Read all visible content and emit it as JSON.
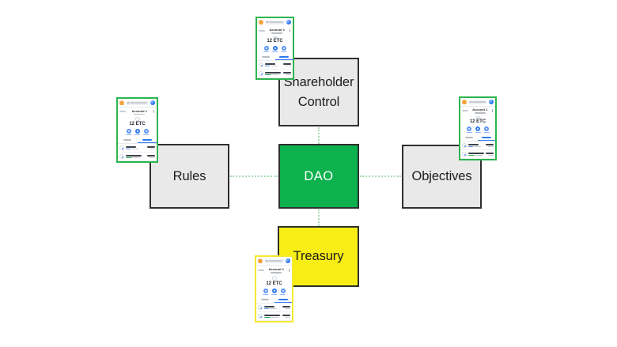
{
  "diagram": {
    "nodes": {
      "shareholder_control": {
        "label": "Shareholder Control"
      },
      "rules": {
        "label": "Rules"
      },
      "dao": {
        "label": "DAO"
      },
      "objectives": {
        "label": "Objectives"
      },
      "treasury": {
        "label": "Treasury"
      }
    }
  },
  "wallet": {
    "account_name": "Account 1",
    "balance": "12 ETC"
  },
  "colors": {
    "dao_green": "#0db14e",
    "treasury_yellow": "#f8ee15",
    "node_gray": "#e9e9e9",
    "node_border": "#2f2f2f",
    "connector_green": "#a9dbb6",
    "wallet_border_green": "#2cb44e",
    "wallet_border_yellow": "#f5ea2e",
    "wallet_accent_blue": "#2f7af0",
    "wallet_fox_orange": "#f2a33c",
    "wallet_confirmed_green": "#2bae5c"
  }
}
